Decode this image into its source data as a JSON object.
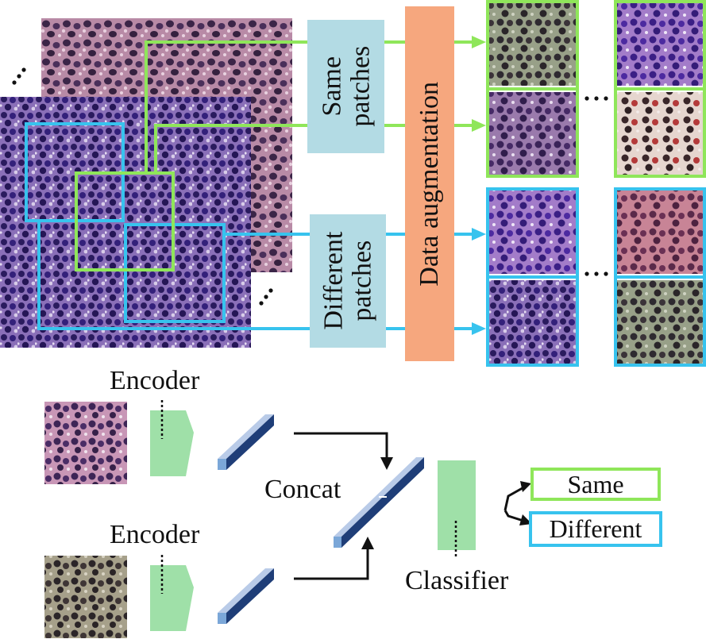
{
  "labels": {
    "same_patches": [
      "Same",
      "patches"
    ],
    "different_patches": [
      "Different",
      "patches"
    ],
    "data_augmentation": "Data augmentation",
    "encoder_top": "Encoder",
    "encoder_bottom": "Encoder",
    "concat": "Concat",
    "classifier": "Classifier",
    "out_same": "Same",
    "out_different": "Different"
  },
  "colors": {
    "same": "#8fe65a",
    "different": "#37c3ee",
    "label_box": "#b3dbe4",
    "augmentation_box": "#f6a77e",
    "encoder": "#9fe0a8",
    "feature_front": "#b9cbe8",
    "feature_side": "#1f3e78",
    "feature_end": "#7ba7d8",
    "tissue_purple": "#5b3d98",
    "tissue_pink": "#b57a9a"
  },
  "icons": {
    "ellipsis_back": "diagonal-ellipsis-icon",
    "ellipsis_front": "diagonal-ellipsis-icon",
    "ellipsis_rows": "horizontal-ellipsis-icon",
    "arrow": "arrow-right-icon"
  }
}
